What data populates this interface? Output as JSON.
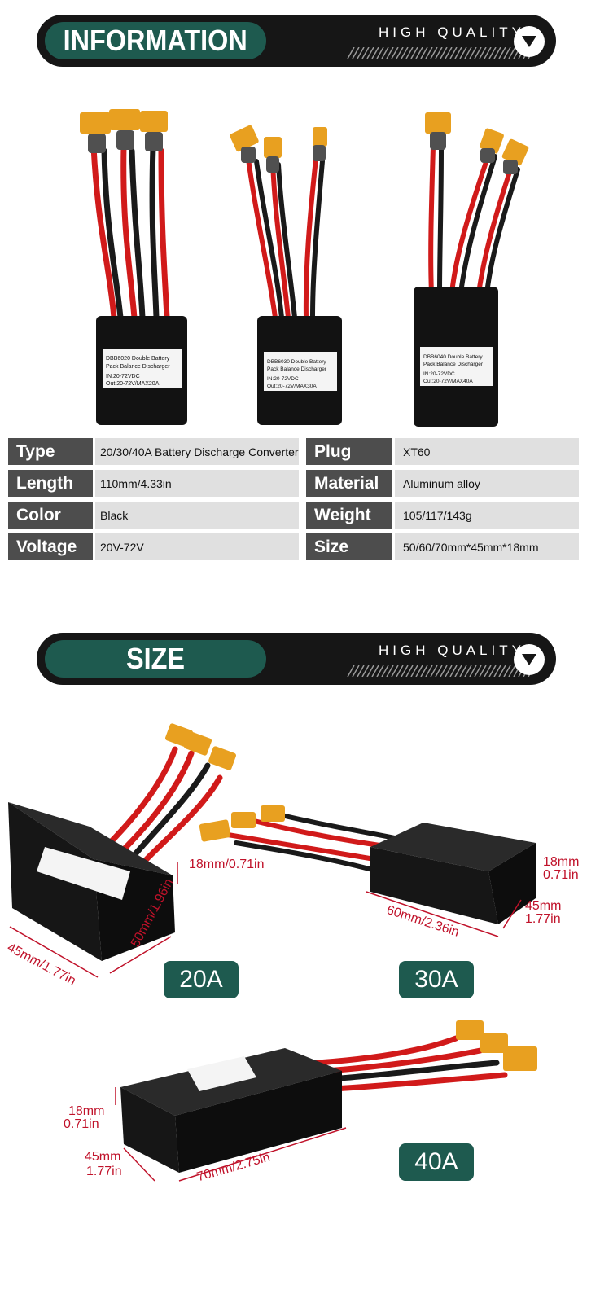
{
  "section_info": {
    "title": "INFORMATION",
    "tagline": "HIGH QUALITY"
  },
  "section_size": {
    "title": "SIZE",
    "tagline": "HIGH QUALITY"
  },
  "products": [
    {
      "label_line1": "DBB6020 Double Battery",
      "label_line2": "Pack Balance Discharger",
      "label_line3": "IN:20-72VDC",
      "label_line4": "Out:20-72V/MAX20A"
    },
    {
      "label_line1": "DBB6030 Double Battery",
      "label_line2": "Pack Balance Discharger",
      "label_line3": "IN:20-72VDC",
      "label_line4": "Out:20-72V/MAX30A"
    },
    {
      "label_line1": "DBB6040 Double Battery",
      "label_line2": "Pack Balance Discharger",
      "label_line3": "IN:20-72VDC",
      "label_line4": "Out:20-72V/MAX40A"
    }
  ],
  "specs": {
    "type": {
      "label": "Type",
      "value": "20/30/40A Battery Discharge Converter"
    },
    "plug": {
      "label": "Plug",
      "value": "XT60"
    },
    "length": {
      "label": "Length",
      "value": "110mm/4.33in"
    },
    "material": {
      "label": "Material",
      "value": "Aluminum alloy"
    },
    "color": {
      "label": "Color",
      "value": "Black"
    },
    "weight": {
      "label": "Weight",
      "value": "105/117/143g"
    },
    "voltage": {
      "label": "Voltage",
      "value": "20V-72V"
    },
    "size": {
      "label": "Size",
      "value": "50/60/70mm*45mm*18mm"
    }
  },
  "dims_20a": {
    "badge": "20A",
    "height": "18mm/0.71in",
    "width": "50mm/1.96in",
    "depth": "45mm/1.77in"
  },
  "dims_30a": {
    "badge": "30A",
    "height_mm": "18mm",
    "height_in": "0.71in",
    "depth_mm": "45mm",
    "depth_in": "1.77in",
    "length": "60mm/2.36in"
  },
  "dims_40a": {
    "badge": "40A",
    "height_mm": "18mm",
    "height_in": "0.71in",
    "depth_mm": "45mm",
    "depth_in": "1.77in",
    "length": "70mm/2.75in"
  },
  "colors": {
    "banner": "#161616",
    "accent": "#1e5a4f",
    "label_bg": "#4d4d4d",
    "value_bg": "#e0e0e0",
    "dimension": "#c0122a"
  }
}
